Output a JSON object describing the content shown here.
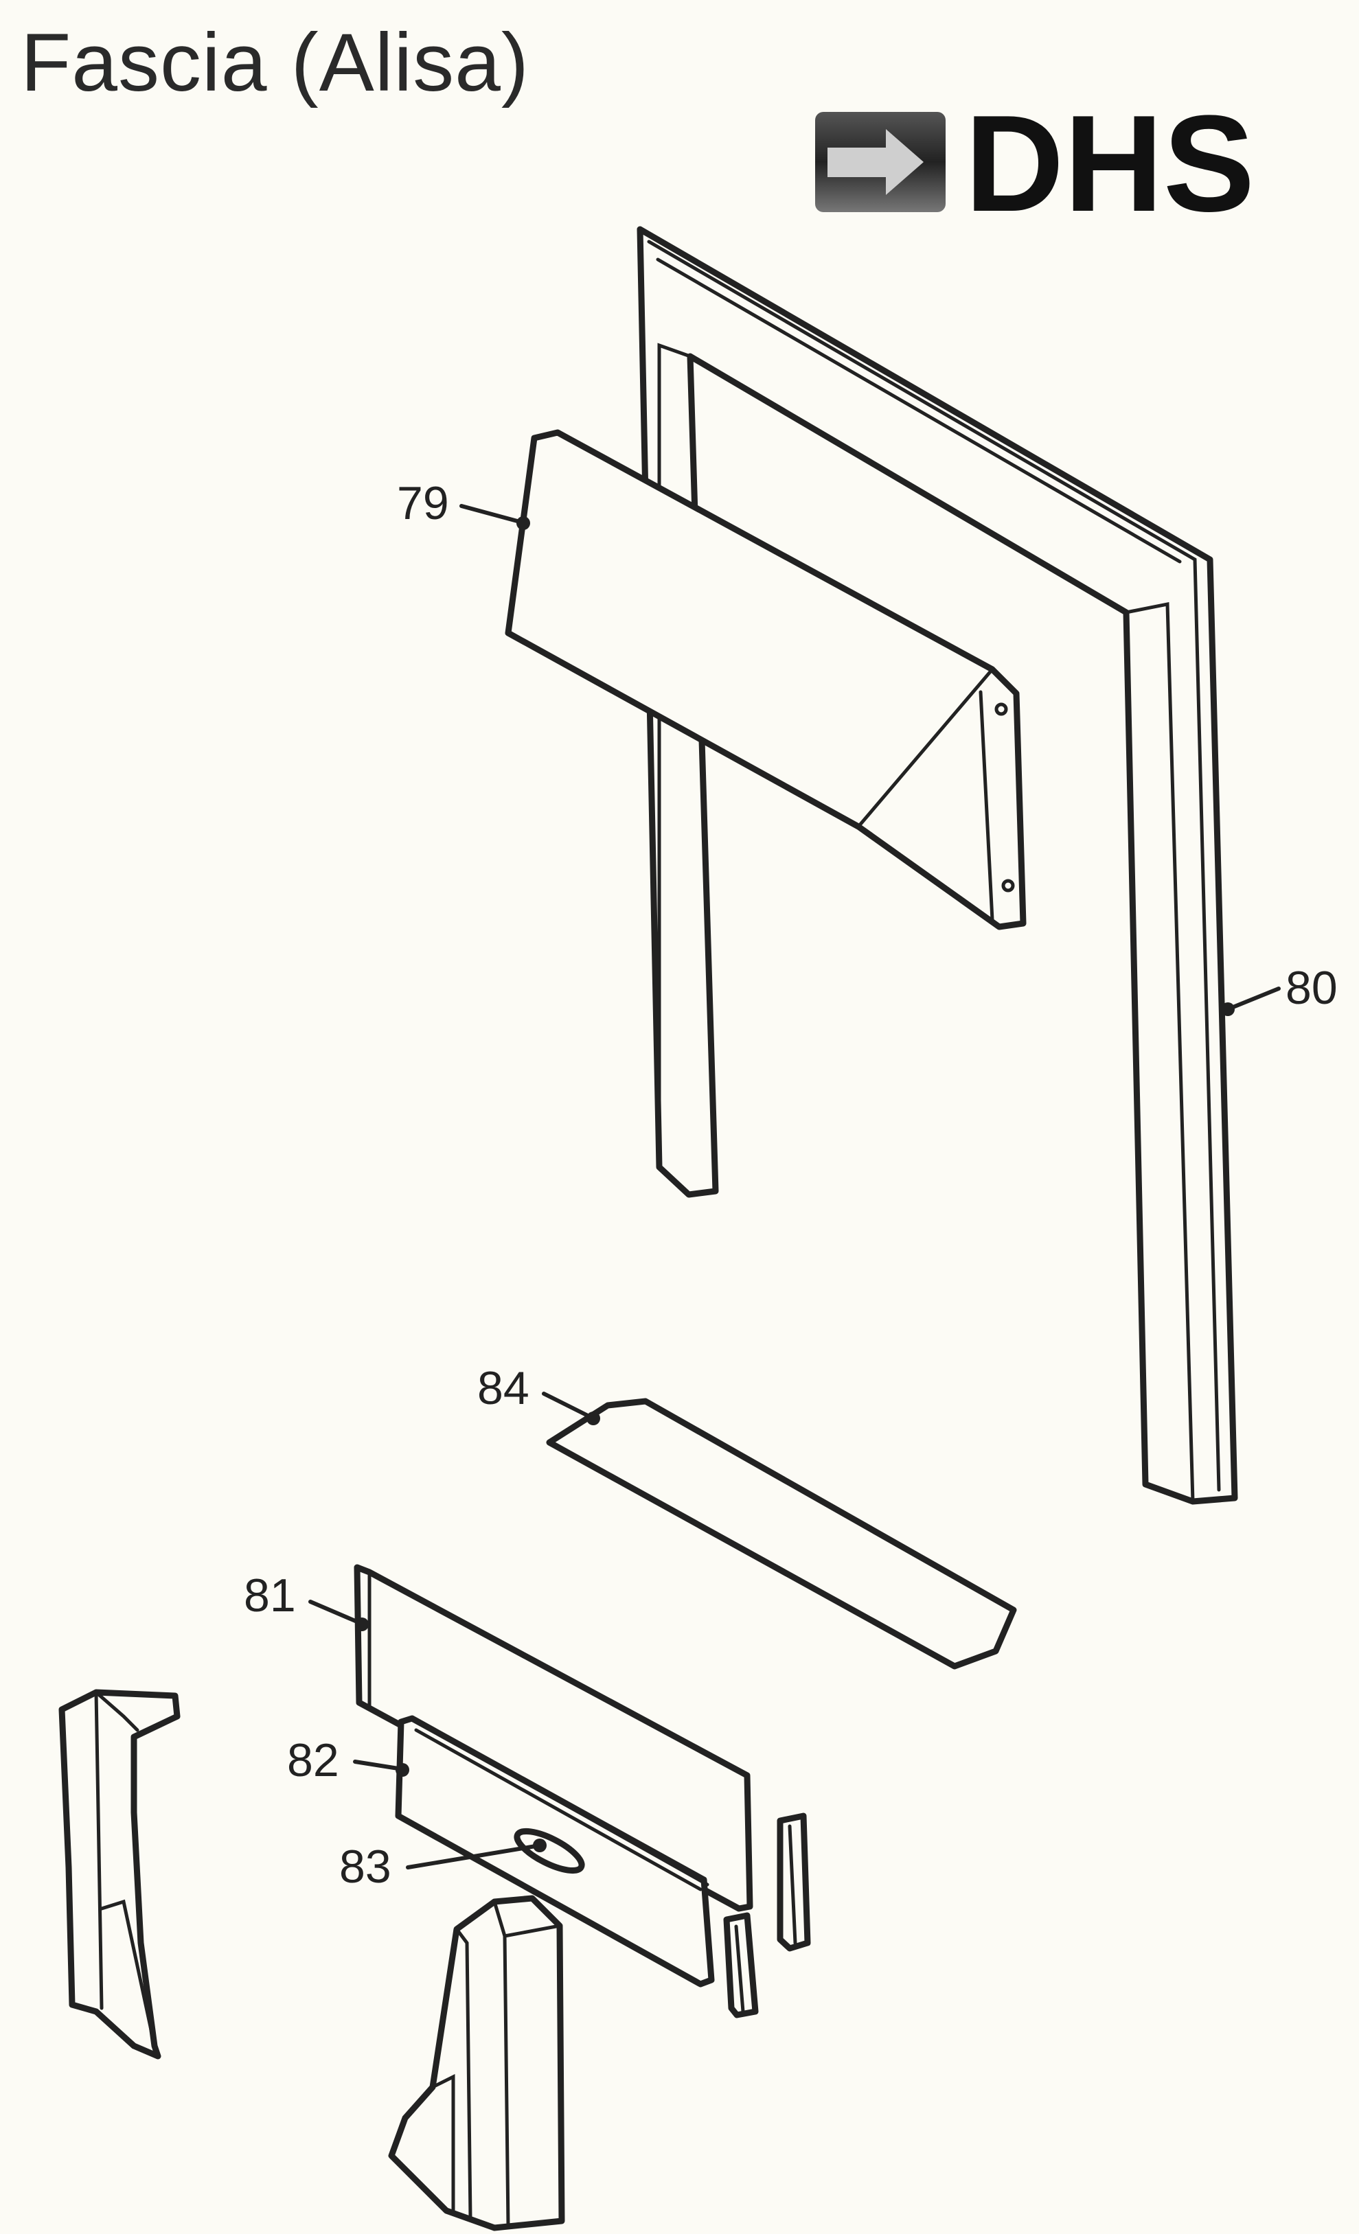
{
  "title": "Fascia (Alisa)",
  "logo": {
    "text": "DHS",
    "icon": "arrow-right-icon"
  },
  "colors": {
    "background": "#fcfbf5",
    "line": "#222222",
    "logo": "#111111"
  },
  "callouts": [
    "79",
    "80",
    "81",
    "82",
    "83",
    "84"
  ]
}
